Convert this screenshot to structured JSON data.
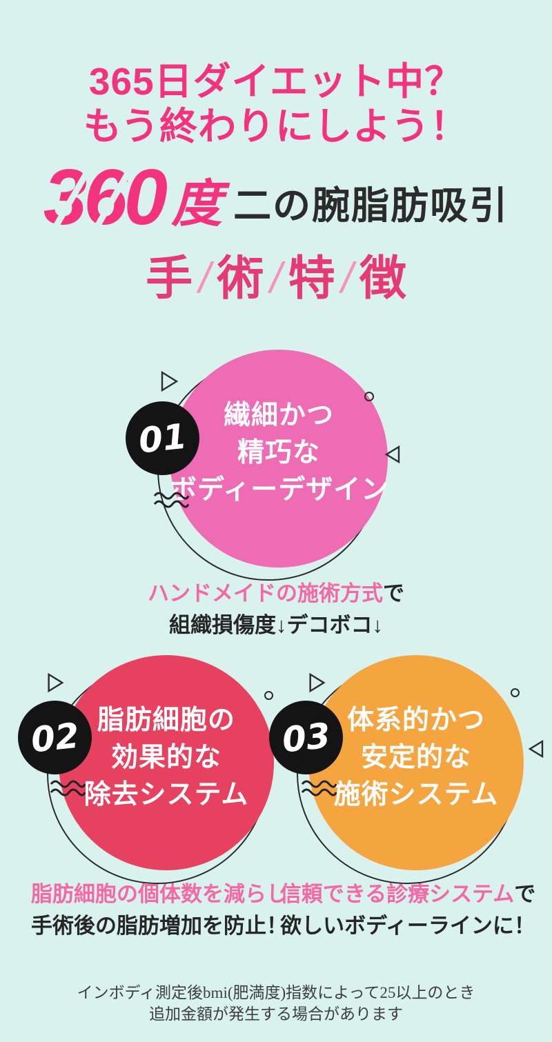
{
  "colors": {
    "background": "#d9f2ed",
    "accent_pink": "#f4337f",
    "section_title_pink": "#e63a74",
    "caption_pink": "#f468a6",
    "dark_text": "#262626",
    "badge_black": "#141414"
  },
  "header": {
    "line1": "365日ダイエット中？",
    "line2": "もう終わりにしよう！"
  },
  "subheader": {
    "number": "360",
    "unit": "度",
    "text": "二の腕脂肪吸引"
  },
  "section_title": {
    "chars": [
      "手",
      "術",
      "特",
      "徴"
    ],
    "separator": "/"
  },
  "features": [
    {
      "number": "01",
      "circle_color": "#ee6cb3",
      "lines": [
        "繊細かつ",
        "精巧な",
        "ボディーデザイン"
      ],
      "caption_highlight": "ハンドメイドの施術方式",
      "caption_suffix": "で",
      "caption_line2": "組織損傷度↓デコボコ↓"
    },
    {
      "number": "02",
      "circle_color": "#e6425f",
      "lines": [
        "脂肪細胞の",
        "効果的な",
        "除去システム"
      ],
      "caption_highlight": "脂肪細胞の個体数を減らし",
      "caption_suffix": "",
      "caption_line2": "手術後の脂肪増加を防止！"
    },
    {
      "number": "03",
      "circle_color": "#f5a53f",
      "lines": [
        "体系的かつ",
        "安定的な",
        "施術システム"
      ],
      "caption_highlight": "信頼できる診療システム",
      "caption_suffix": "で",
      "caption_line2": "欲しいボディーラインに！"
    }
  ],
  "icons": {
    "triangle_right": "▷",
    "triangle_left": "◁",
    "small_circle": "○",
    "waves": "≈≈"
  },
  "footnote": {
    "line1": "インボディ測定後bmi(肥満度)指数によって25以上のとき",
    "line2": "追加金額が発生する場合があります"
  }
}
